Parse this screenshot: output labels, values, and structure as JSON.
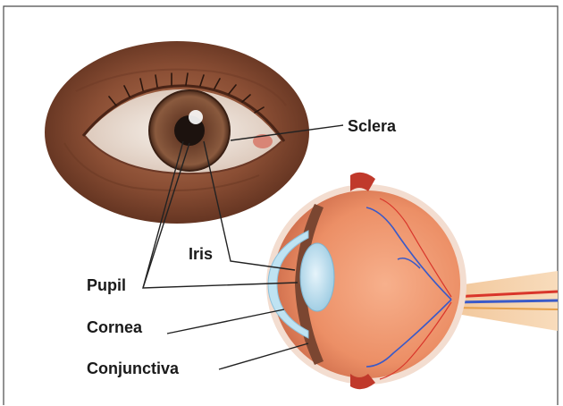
{
  "labels": {
    "sclera": "Sclera",
    "iris": "Iris",
    "pupil": "Pupil",
    "cornea": "Cornea",
    "conjunctiva": "Conjunctiva"
  },
  "colors": {
    "skin": "#8a4e34",
    "sclera": "#efe9e1",
    "iris": "#7a4a32",
    "pupil": "#1c120e",
    "eyeball": "#ee9a72",
    "cornea": "#bfe3f2",
    "vessel_red": "#d9362b",
    "vessel_blue": "#3a5ac8",
    "leader_line": "#222222",
    "frame_border": "#4a4a4a"
  }
}
